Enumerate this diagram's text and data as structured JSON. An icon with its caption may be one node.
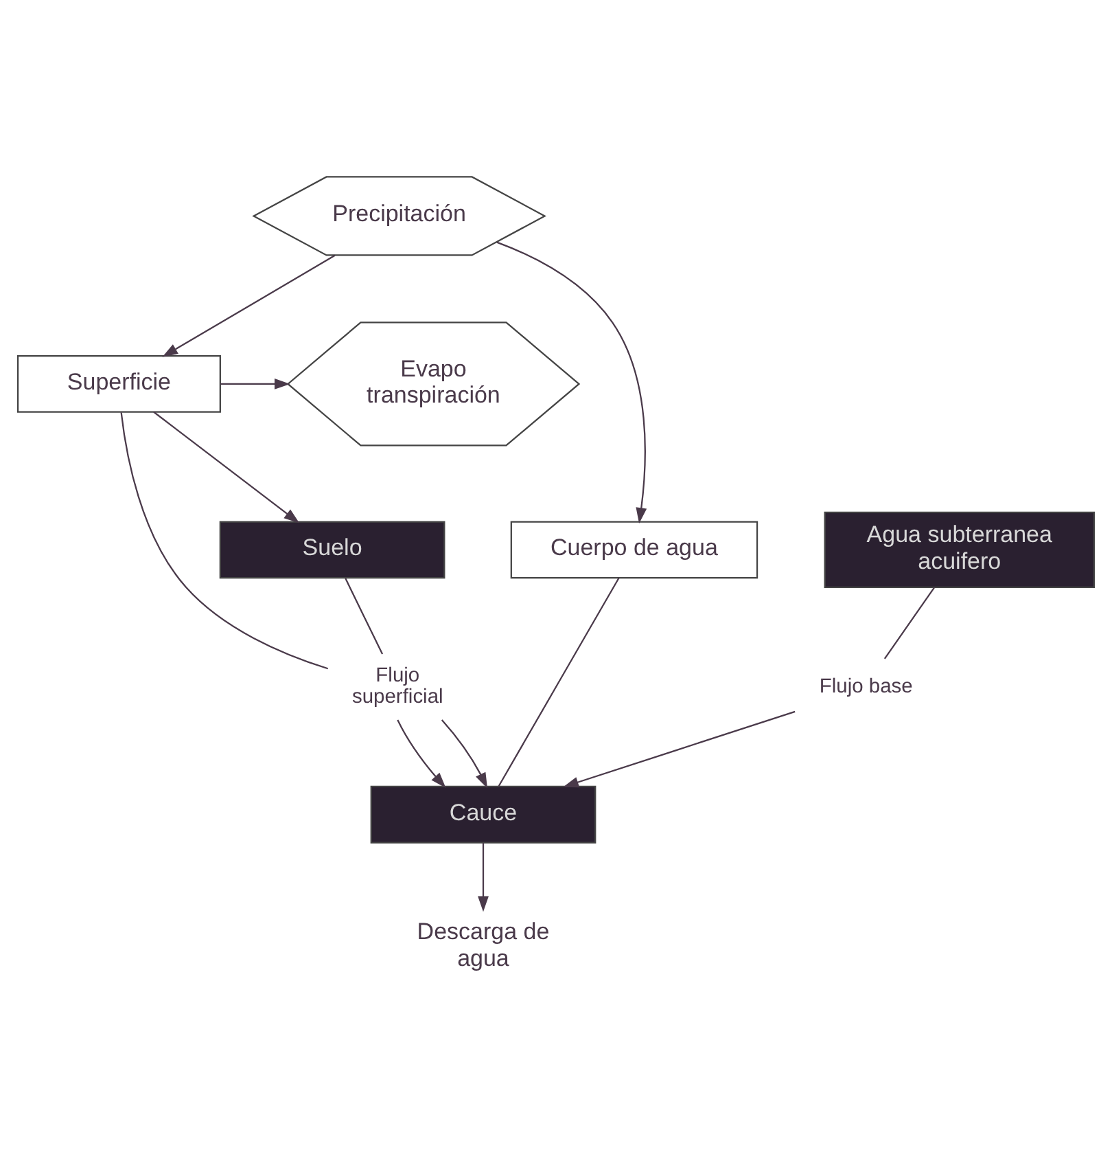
{
  "diagram": {
    "nodes": [
      {
        "text": [
          "Precipitación"
        ]
      },
      {
        "text": [
          "Evapo transpiración"
        ]
      },
      {
        "text": [
          "Superficie"
        ]
      },
      {
        "text": [
          "Cuerpo de agua"
        ]
      },
      {
        "text": [
          "Flujo superficial"
        ]
      },
      {
        "text": [
          "Cauce"
        ]
      },
      {
        "text": [
          "Suelo"
        ]
      },
      {
        "text": [
          "Flujo base"
        ]
      },
      {
        "text": [
          "Agua subterranea acuifero"
        ]
      },
      {
        "text": [
          "Descarga de agua"
        ]
      }
    ],
    "edges": [
      {
        "from": 0,
        "to": 2,
        "arrow": "to"
      },
      {
        "from": 0,
        "to": 3,
        "arrow": "to"
      },
      {
        "from": 2,
        "to": 1,
        "arrow": "to"
      },
      {
        "from": 2,
        "to": 6,
        "arrow": "to"
      },
      {
        "from": 2,
        "to": 4,
        "arrow": "none"
      },
      {
        "from": 6,
        "to": 4,
        "arrow": "none"
      },
      {
        "from": 4,
        "to": 5,
        "arrow": "to"
      },
      {
        "from": 4,
        "to": 5,
        "arrow": "to"
      },
      {
        "from": 8,
        "to": 7,
        "arrow": "none"
      },
      {
        "from": 7,
        "to": 5,
        "arrow": "to"
      },
      {
        "from": 3,
        "to": 5,
        "arrow": "none"
      },
      {
        "from": 5,
        "to": 9,
        "arrow": "to"
      }
    ]
  }
}
